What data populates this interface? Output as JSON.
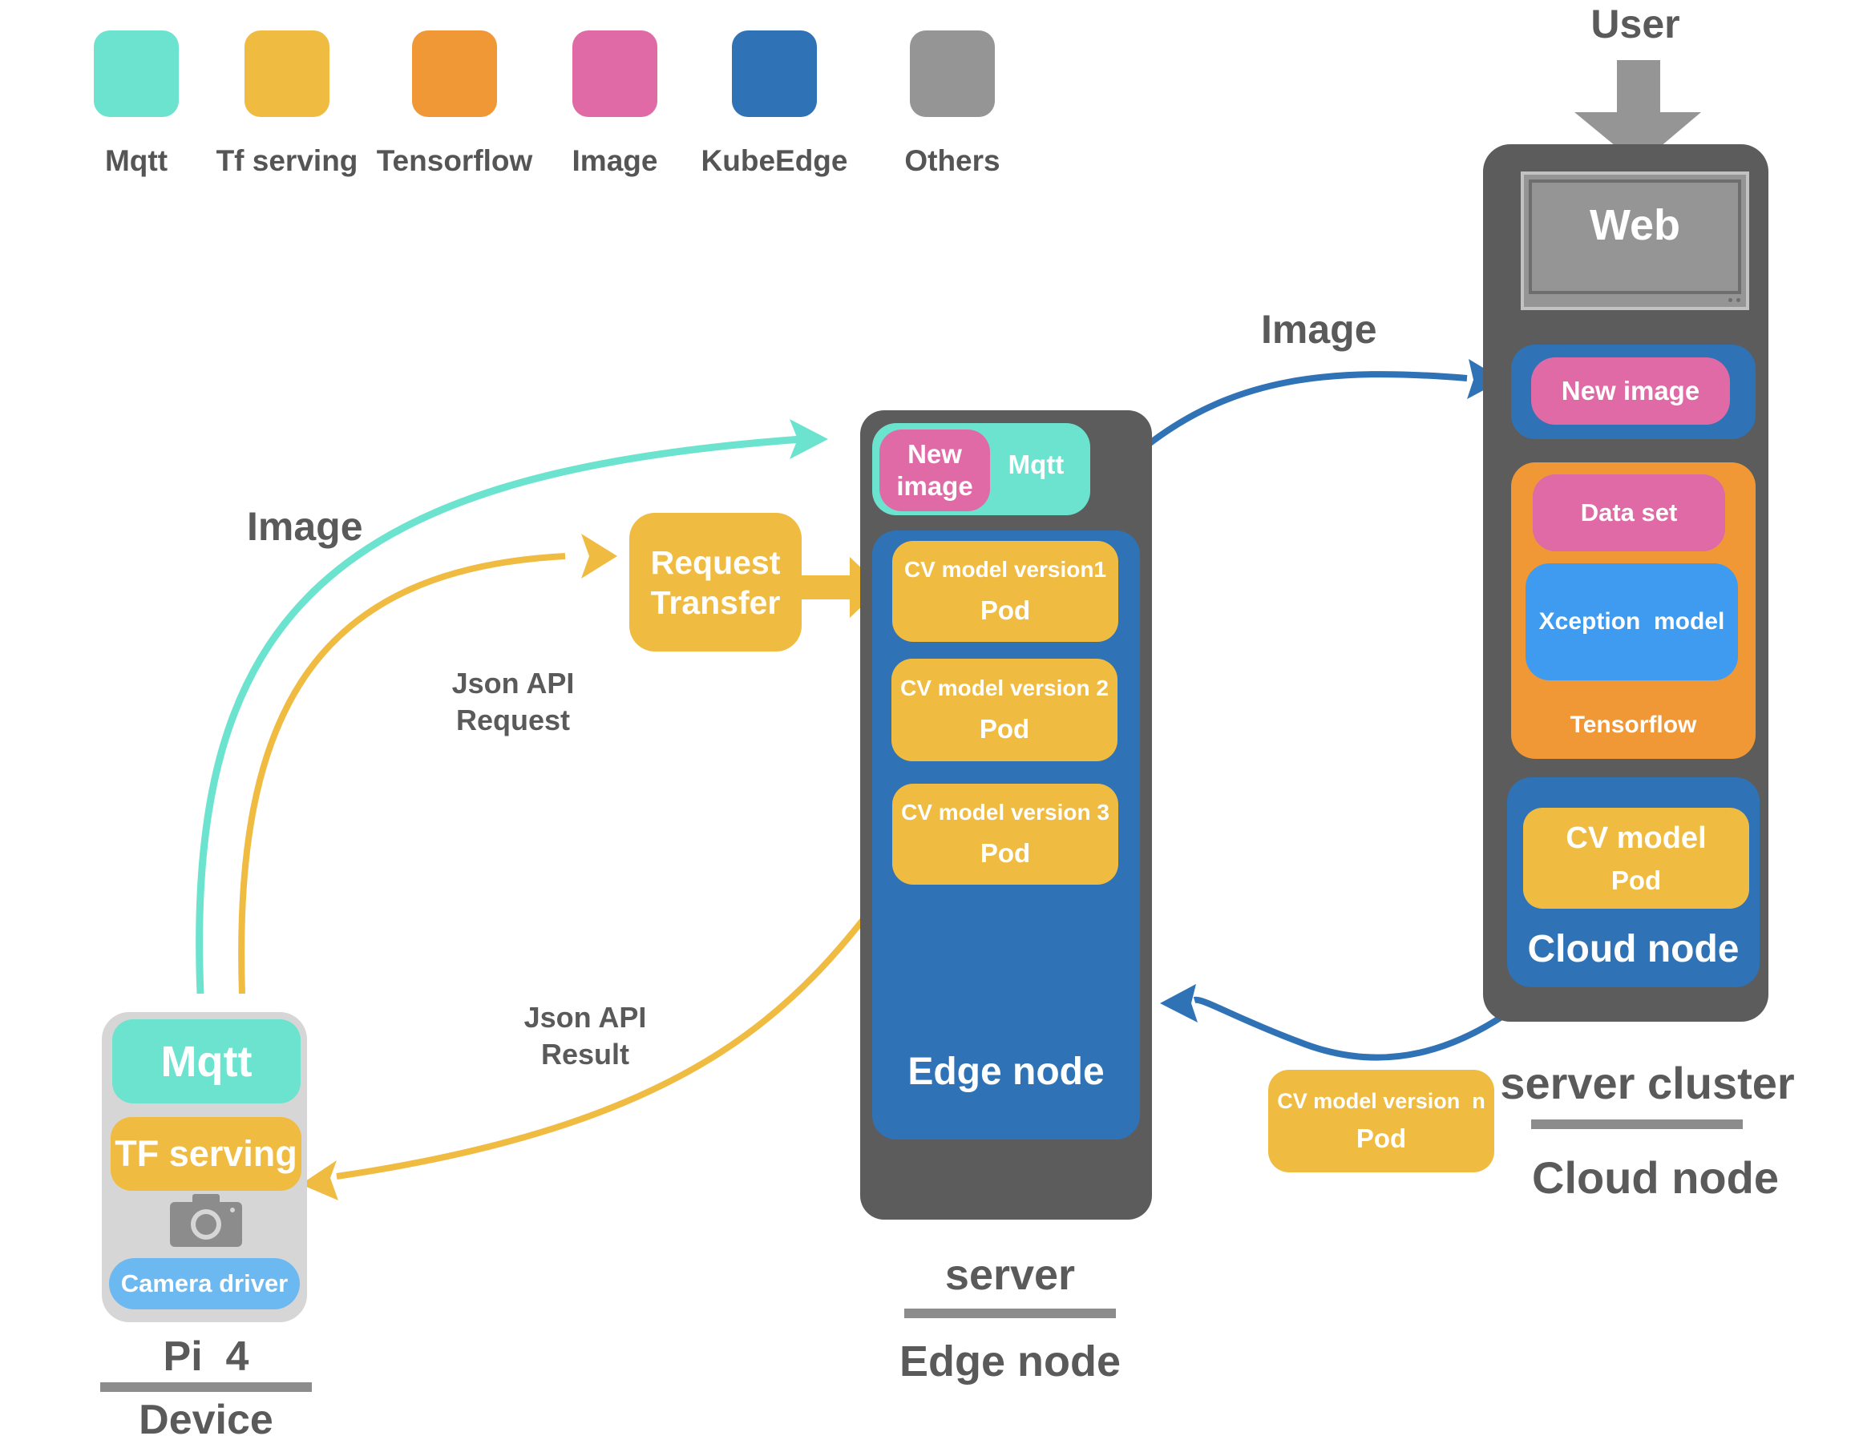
{
  "colors": {
    "mqtt": "#6ce3cf",
    "tf_serving": "#f0bb41",
    "tensorflow": "#f09835",
    "image": "#df6aa6",
    "kubeedge": "#2f72b5",
    "others": "#959595",
    "server_body": "#5c5c5c",
    "pi_body": "#d6d6d6",
    "camera_driver": "#6cb9f2",
    "xception": "#3f9bef"
  },
  "legend": [
    {
      "label": "Mqtt",
      "color": "#6ce3cf"
    },
    {
      "label": "Tf serving",
      "color": "#f0bb41"
    },
    {
      "label": "Tensorflow",
      "color": "#f09835"
    },
    {
      "label": "Image",
      "color": "#df6aa6"
    },
    {
      "label": "KubeEdge",
      "color": "#2f72b5"
    },
    {
      "label": "Others",
      "color": "#959595"
    }
  ],
  "device": {
    "mqtt": "Mqtt",
    "tf_serving": "TF serving",
    "camera_icon": "camera-icon",
    "camera_driver": "Camera driver",
    "title": "Pi  4",
    "subtitle": "Device"
  },
  "flows": {
    "image_left": "Image",
    "json_request_1": "Json API",
    "json_request_2": "Request",
    "json_result_1": "Json API",
    "json_result_2": "Result",
    "image_right": "Image"
  },
  "request_transfer": {
    "line1": "Request",
    "line2": "Transfer"
  },
  "edge": {
    "new_image_1": "New",
    "new_image_2": "image",
    "mqtt": "Mqtt",
    "pods": [
      {
        "title": "CV model version1",
        "label": "Pod"
      },
      {
        "title": "CV model version 2",
        "label": "Pod"
      },
      {
        "title": "CV model version 3",
        "label": "Pod"
      }
    ],
    "node_label": "Edge node",
    "title": "server",
    "subtitle": "Edge node"
  },
  "cloud": {
    "user": "User",
    "web": "Web",
    "new_image": "New image",
    "data_set": "Data set",
    "xception": "Xception  model",
    "tensorflow": "Tensorflow",
    "cv_model": "CV model",
    "pod": "Pod",
    "node_label": "Cloud node",
    "title": "server cluster",
    "subtitle": "Cloud node"
  },
  "version_n": {
    "title": "CV model version  n",
    "label": "Pod"
  }
}
